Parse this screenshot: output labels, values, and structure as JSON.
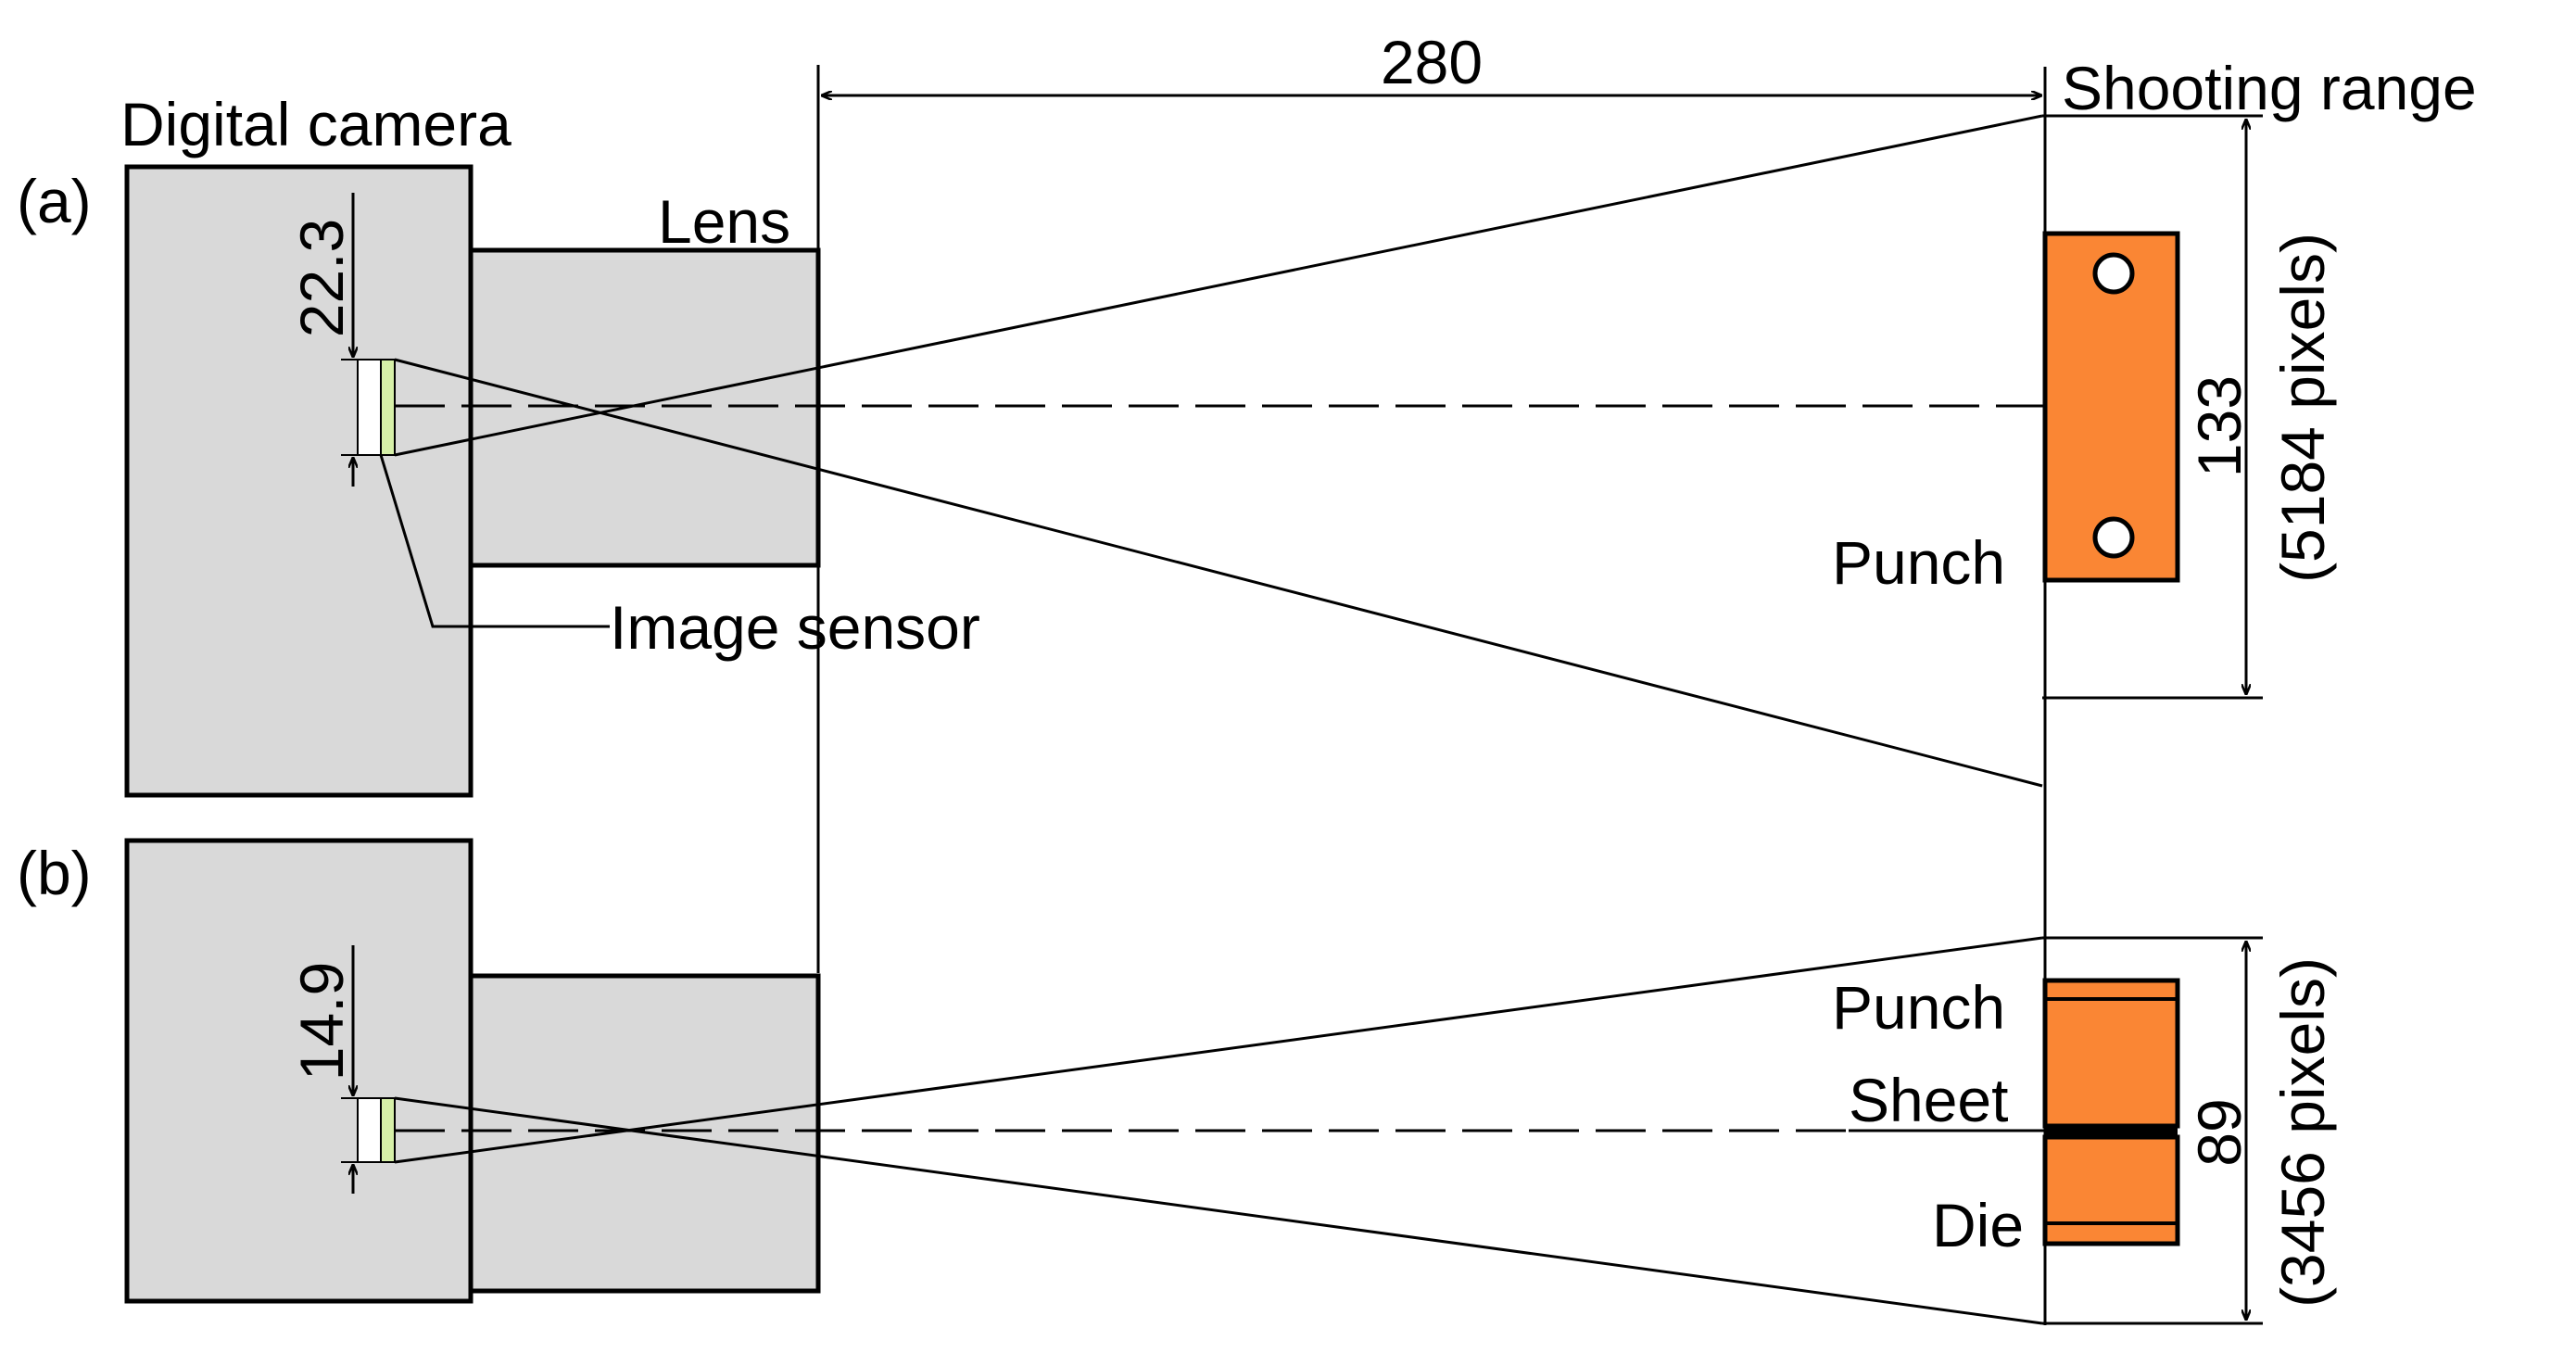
{
  "labels": {
    "camera": "Digital camera",
    "panel_a": "(a)",
    "panel_b": "(b)",
    "lens": "Lens",
    "image_sensor": "Image sensor",
    "shooting_range": "Shooting range",
    "distance": "280",
    "a_sensor": "22.3",
    "a_range": "133",
    "a_pixels": "(5184 pixels)",
    "a_punch": "Punch",
    "b_sensor": "14.9",
    "b_range": "89",
    "b_pixels": "(3456 pixels)",
    "b_punch": "Punch",
    "b_sheet": "Sheet",
    "b_die": "Die"
  },
  "colors": {
    "camera_fill": "#d9d9d9",
    "sensor_fill": "#d6f0a8",
    "part_fill": "#fa8634",
    "line": "#000000"
  }
}
